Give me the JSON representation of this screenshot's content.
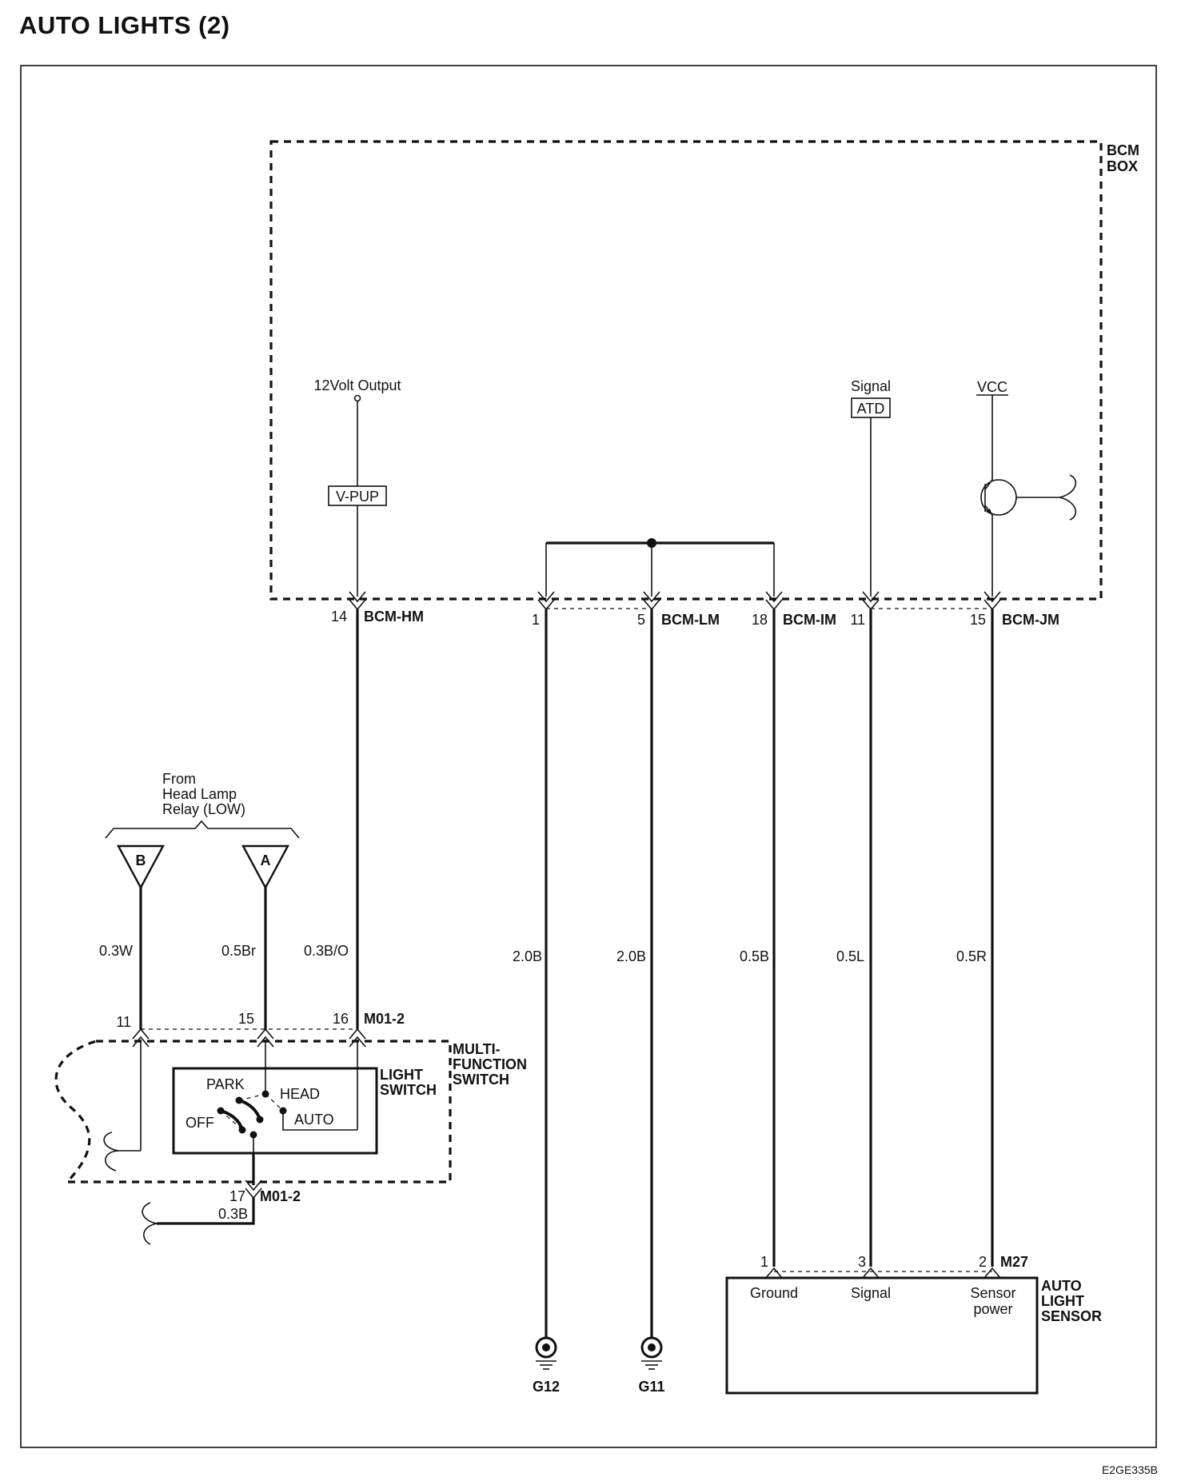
{
  "title": "AUTO LIGHTS (2)",
  "diagram_code": "E2GE335B",
  "bcm": {
    "box_label_1": "BCM",
    "box_label_2": "BOX",
    "output_12v": "12Volt Output",
    "vpup": "V-PUP",
    "signal": "Signal",
    "atd": "ATD",
    "vcc": "VCC"
  },
  "bcm_pins": {
    "hm_pin": "14",
    "hm_conn": "BCM-HM",
    "lm_pin_a": "1",
    "lm_pin_b": "5",
    "lm_conn": "BCM-LM",
    "im_pin": "18",
    "im_conn": "BCM-IM",
    "atd_pin": "11",
    "jm_pin": "15",
    "jm_conn": "BCM-JM"
  },
  "wires": {
    "w_b": "0.3W",
    "w_a": "0.5Br",
    "w_hm": "0.3B/O",
    "w_g12": "2.0B",
    "w_g11": "2.0B",
    "w_ground": "0.5B",
    "w_signal": "0.5L",
    "w_power": "0.5R",
    "w_17": "0.3B"
  },
  "headlamp": {
    "from_1": "From",
    "from_2": "Head Lamp",
    "from_3": "Relay (LOW)",
    "conn_b": "B",
    "conn_a": "A"
  },
  "multifunction": {
    "pin_11": "11",
    "pin_15": "15",
    "pin_16": "16",
    "conn_top": "M01-2",
    "pin_17": "17",
    "conn_bottom": "M01-2",
    "label_1": "MULTI-",
    "label_2": "FUNCTION",
    "label_3": "SWITCH",
    "light_1": "LIGHT",
    "light_2": "SWITCH",
    "park": "PARK",
    "head": "HEAD",
    "off": "OFF",
    "auto": "AUTO"
  },
  "grounds": {
    "g12": "G12",
    "g11": "G11"
  },
  "sensor": {
    "pin_1": "1",
    "pin_3": "3",
    "pin_2": "2",
    "conn": "M27",
    "ground": "Ground",
    "signal": "Signal",
    "power_1": "Sensor",
    "power_2": "power",
    "label_1": "AUTO",
    "label_2": "LIGHT",
    "label_3": "SENSOR"
  }
}
